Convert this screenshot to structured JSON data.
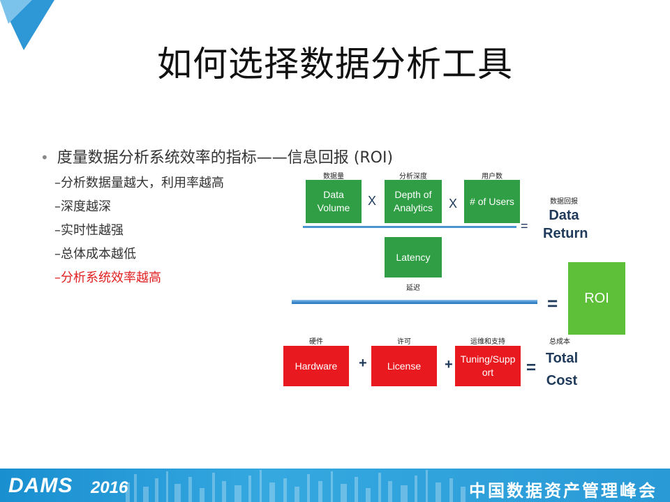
{
  "slide": {
    "title": "如何选择数据分析工具"
  },
  "bullets": {
    "main": "度量数据分析系统效率的指标——信息回报 (ROI)",
    "items": [
      {
        "text": "–分析数据量越大，利用率越高"
      },
      {
        "text": "–深度越深"
      },
      {
        "text": "–实时性越强"
      },
      {
        "text": "–总体成本越低"
      },
      {
        "text": "–分析系统效率越高"
      }
    ]
  },
  "diagram": {
    "top_row": [
      {
        "label": "数据量",
        "text": "Data Volume"
      },
      {
        "label": "分析深度",
        "text": "Depth of Analytics"
      },
      {
        "label": "用户数",
        "text": "# of Users"
      }
    ],
    "times_symbol": "X",
    "equals_symbol": "=",
    "plus_symbol": "+",
    "data_return_label": "数据回报",
    "data_return_line1": "Data",
    "data_return_line2": "Return",
    "latency_text": "Latency",
    "latency_label": "延迟",
    "roi_text": "ROI",
    "bottom_row": [
      {
        "label": "硬件",
        "text": "Hardware"
      },
      {
        "label": "许可",
        "text": "License"
      },
      {
        "label": "运维和支持",
        "text": "Tuning/Support"
      }
    ],
    "total_cost_label": "总成本",
    "total_cost_line1": "Total",
    "total_cost_line2": "Cost",
    "colors": {
      "green": "#2f9e44",
      "red": "#e8191f",
      "roi_green": "#5ec038",
      "line_blue": "#4a94cf"
    }
  },
  "footer": {
    "brand": "DAMS",
    "year": "2016",
    "name": "中国数据资产管理峰会"
  }
}
